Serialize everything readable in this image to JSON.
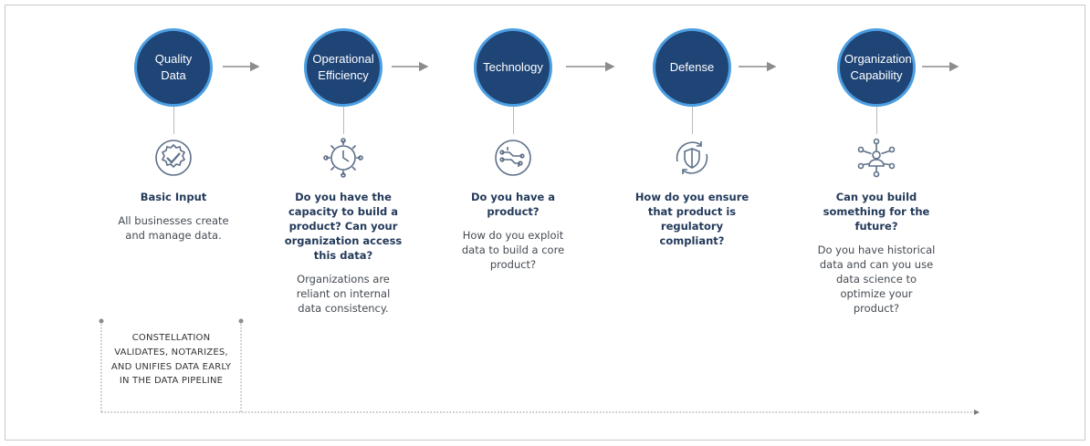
{
  "stages": [
    {
      "title": "Quality Data",
      "icon": "check-badge-icon",
      "question": "Basic Input",
      "answer": "All businesses create and manage data."
    },
    {
      "title": "Operational Efficiency",
      "icon": "gear-clock-icon",
      "question": "Do you have the capacity to build a product? Can your organization access this data?",
      "answer": "Organizations are reliant on internal data consistency."
    },
    {
      "title": "Technology",
      "icon": "circuit-icon",
      "question": "Do you have a product?",
      "answer": "How do you exploit data to build a core product?"
    },
    {
      "title": "Defense",
      "icon": "shield-refresh-icon",
      "question": "How do you ensure that product is regulatory compliant?",
      "answer": ""
    },
    {
      "title": "Organization Capability",
      "icon": "network-people-icon",
      "question": "Can you build something for the future?",
      "answer": "Do you have historical data and can you use data science to optimize your product?"
    }
  ],
  "bracket_note": "CONSTELLATION VALIDATES, NOTARIZES, AND UNIFIES DATA EARLY IN THE DATA PIPELINE",
  "colors": {
    "circle_fill": "#1f4577",
    "circle_ring": "#4d9fe2",
    "heading_text": "#233a5a",
    "icon_stroke": "#5d6f88",
    "arrow": "#8c8c8c"
  }
}
